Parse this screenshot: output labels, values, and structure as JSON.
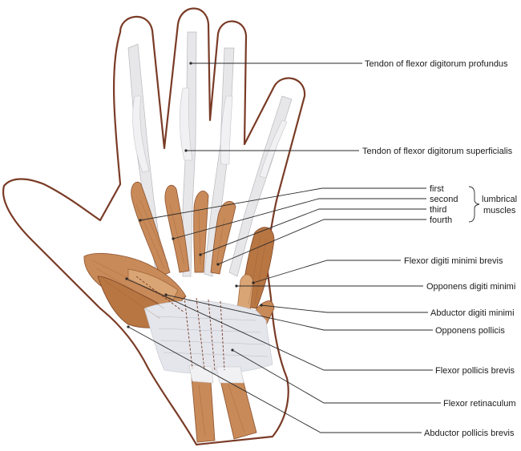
{
  "labels": {
    "fdp": "Tendon of flexor digitorum profundus",
    "fds": "Tendon of flexor digitorum superficialis",
    "lumbrical_first": "first",
    "lumbrical_second": "second",
    "lumbrical_third": "third",
    "lumbrical_fourth": "fourth",
    "lumbrical_group_line1": "lumbrical",
    "lumbrical_group_line2": "muscles",
    "fdmb": "Flexor digiti minimi brevis",
    "odm": "Opponens digiti minimi",
    "adm": "Abductor digiti minimi",
    "op": "Opponens pollicis",
    "fpb": "Flexor pollicis brevis",
    "fr": "Flexor retinaculum",
    "apb": "Abductor pollicis brevis"
  },
  "colors": {
    "outline": "#7a3b26",
    "muscle": "#c88a58",
    "tendon": "#e7e7e9",
    "leader": "#2a2a2a"
  }
}
